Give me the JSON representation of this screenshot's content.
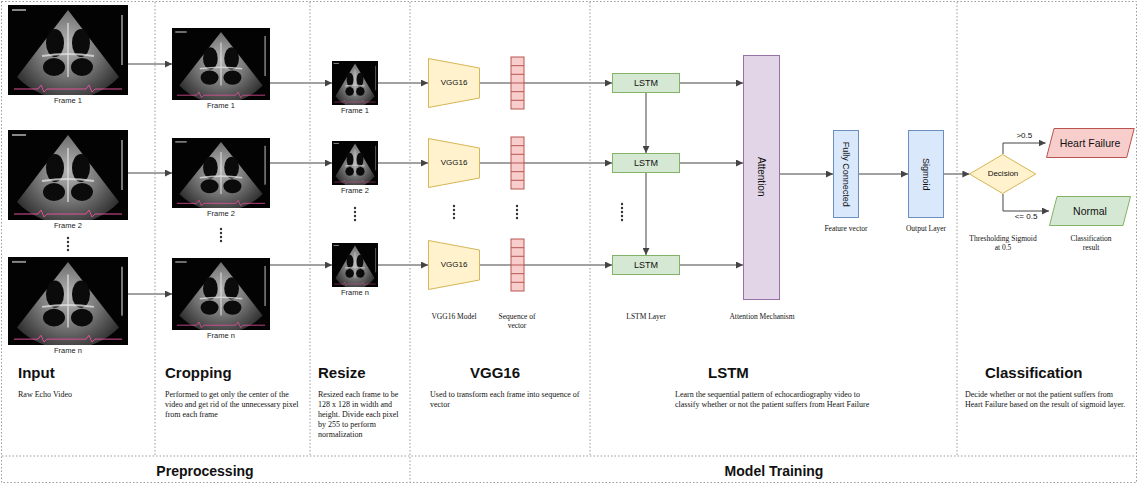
{
  "diagram": {
    "nodes": [
      {
        "text": [
          "Frame 1"
        ]
      },
      {
        "text": [
          "Frame 2"
        ]
      },
      {
        "text": [
          "Frame n"
        ]
      },
      {
        "text": [
          "Frame 1"
        ]
      },
      {
        "text": [
          "Frame 2"
        ]
      },
      {
        "text": [
          "Frame n"
        ]
      },
      {
        "text": [
          "Frame 1"
        ]
      },
      {
        "text": [
          "Frame 2"
        ]
      },
      {
        "text": [
          "Frame n"
        ]
      },
      {
        "text": [
          "VGG16"
        ]
      },
      {
        "text": [
          "VGG16"
        ]
      },
      {
        "text": [
          "VGG16"
        ]
      },
      {
        "text": [
          "LSTM"
        ]
      },
      {
        "text": [
          "LSTM"
        ]
      },
      {
        "text": [
          "LSTM"
        ]
      },
      {
        "text": [
          "Attention"
        ]
      },
      {
        "text": [
          "Fully Connected"
        ]
      },
      {
        "text": [
          "Sigmoid"
        ]
      },
      {
        "text": [
          "Decision"
        ]
      },
      {
        "text": [
          "Heart Failure"
        ]
      },
      {
        "text": [
          "Normal"
        ]
      }
    ],
    "edges": [
      {
        "from": 0,
        "to": 3,
        "arrow": "to"
      },
      {
        "from": 1,
        "to": 4,
        "arrow": "to"
      },
      {
        "from": 2,
        "to": 5,
        "arrow": "to"
      },
      {
        "from": 3,
        "to": 6,
        "arrow": "to"
      },
      {
        "from": 4,
        "to": 7,
        "arrow": "to"
      },
      {
        "from": 5,
        "to": 8,
        "arrow": "to"
      },
      {
        "from": 6,
        "to": 9,
        "arrow": "to"
      },
      {
        "from": 7,
        "to": 10,
        "arrow": "to"
      },
      {
        "from": 8,
        "to": 11,
        "arrow": "to"
      },
      {
        "from": 9,
        "to": 12,
        "arrow": "to"
      },
      {
        "from": 10,
        "to": 13,
        "arrow": "to"
      },
      {
        "from": 11,
        "to": 14,
        "arrow": "to"
      },
      {
        "from": 12,
        "to": 13,
        "arrow": "to"
      },
      {
        "from": 13,
        "to": 14,
        "arrow": "to"
      },
      {
        "from": 12,
        "to": 15,
        "arrow": "to"
      },
      {
        "from": 13,
        "to": 15,
        "arrow": "to"
      },
      {
        "from": 14,
        "to": 15,
        "arrow": "to"
      },
      {
        "from": 15,
        "to": 16,
        "arrow": "to"
      },
      {
        "from": 16,
        "to": 17,
        "arrow": "to"
      },
      {
        "from": 17,
        "to": 18,
        "arrow": "to"
      },
      {
        "from": 18,
        "to": 19,
        "label": ">0.5",
        "arrow": "to"
      },
      {
        "from": 18,
        "to": 20,
        "label": "<= 0.5",
        "arrow": "to"
      }
    ],
    "labels": [
      "Input",
      "Raw Echo Video",
      "Cropping",
      "Performed to get only the center of the video and get rid of the unnecessary pixel from each frame",
      "Resize",
      "Resized each frame to be 128 x 128 in width and height. Divide each pixel by 255 to perform normalization",
      "VGG16 Model",
      "Sequence of vector",
      "VGG16",
      "Used to transform each frame into sequence of vector",
      "LSTM Layer",
      "Attention Mechanism",
      "Feature vector",
      "Output Layer",
      "LSTM",
      "Learn the sequential pattern of echocardiography video to classify whether or not the patient suffers from Heart Failure",
      "Thresholding Sigmoid at 0.5",
      "Classification result",
      "Classification",
      "Decide whether or not the patient suffers from Heart Failure based on the result of sigmoid layer.",
      "Preprocessing",
      "Model Training"
    ]
  }
}
